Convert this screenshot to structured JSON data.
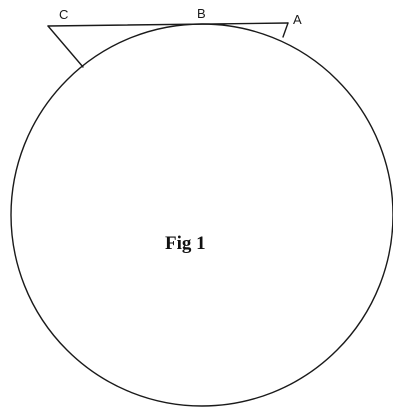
{
  "figure": {
    "caption": "Fig 1",
    "points": {
      "a": "A",
      "b": "B",
      "c": "C"
    }
  }
}
